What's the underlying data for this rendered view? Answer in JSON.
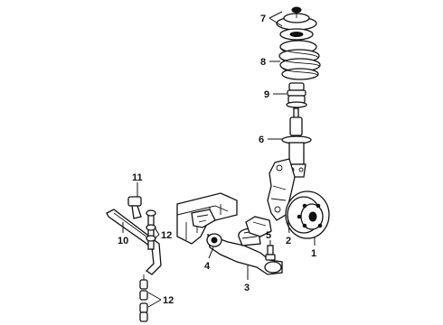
{
  "diagram": {
    "callouts": [
      {
        "id": "c1",
        "text": "1"
      },
      {
        "id": "c2",
        "text": "2"
      },
      {
        "id": "c3",
        "text": "3"
      },
      {
        "id": "c4",
        "text": "4"
      },
      {
        "id": "c5",
        "text": "5"
      },
      {
        "id": "c6",
        "text": "6"
      },
      {
        "id": "c7",
        "text": "7"
      },
      {
        "id": "c8",
        "text": "8"
      },
      {
        "id": "c9",
        "text": "9"
      },
      {
        "id": "c10",
        "text": "10"
      },
      {
        "id": "c11",
        "text": "11"
      },
      {
        "id": "c12a",
        "text": "12"
      },
      {
        "id": "c12b",
        "text": "12"
      }
    ]
  }
}
